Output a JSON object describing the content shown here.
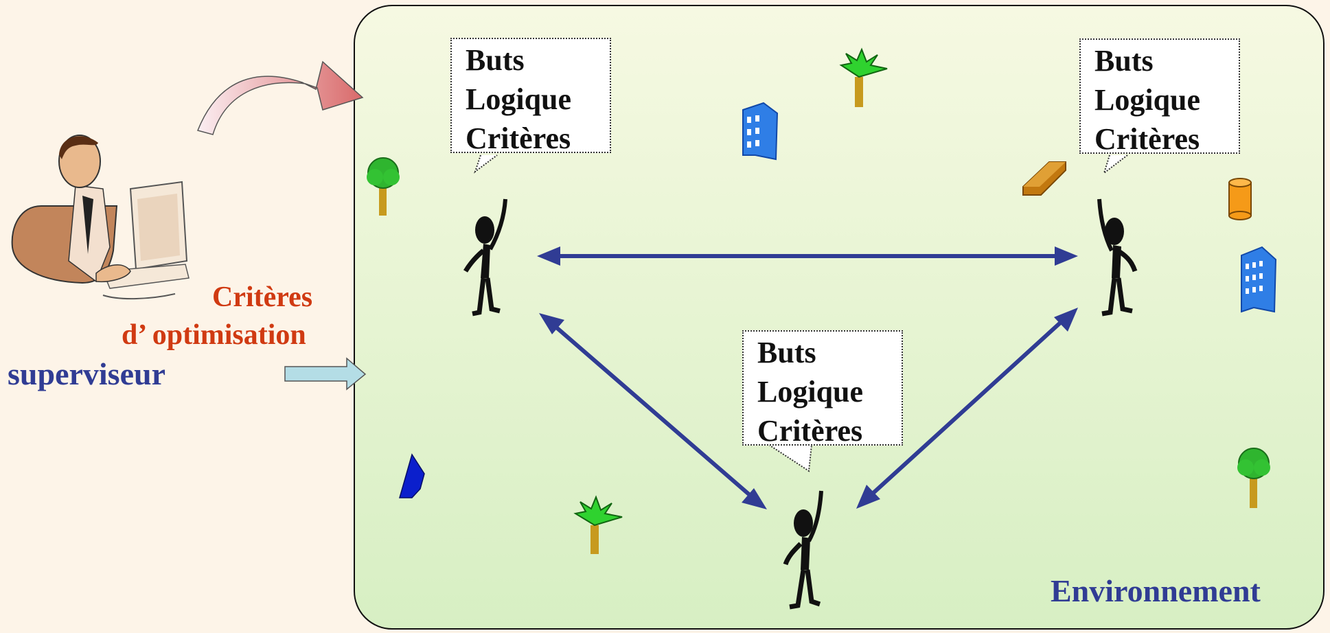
{
  "labels": {
    "criteria_line1": "Critères",
    "criteria_line2": "d’ optimisation",
    "supervisor": "superviseur",
    "environment": "Environnement"
  },
  "agents": [
    {
      "bubble": [
        "Buts",
        "Logique",
        "Critères"
      ]
    },
    {
      "bubble": [
        "Buts",
        "Logique",
        "Critères"
      ]
    },
    {
      "bubble": [
        "Buts",
        "Logique",
        "Critères"
      ]
    }
  ],
  "colors": {
    "background": "#fdf4e8",
    "environment_top": "#f6f9e2",
    "environment_bottom": "#d7efc3",
    "arrow": "#303c94",
    "criteria_text": "#d03a12",
    "supervisor_text": "#303c94",
    "input_arrow": "#b4dde6",
    "curved_arrow": "#d96a6a"
  }
}
